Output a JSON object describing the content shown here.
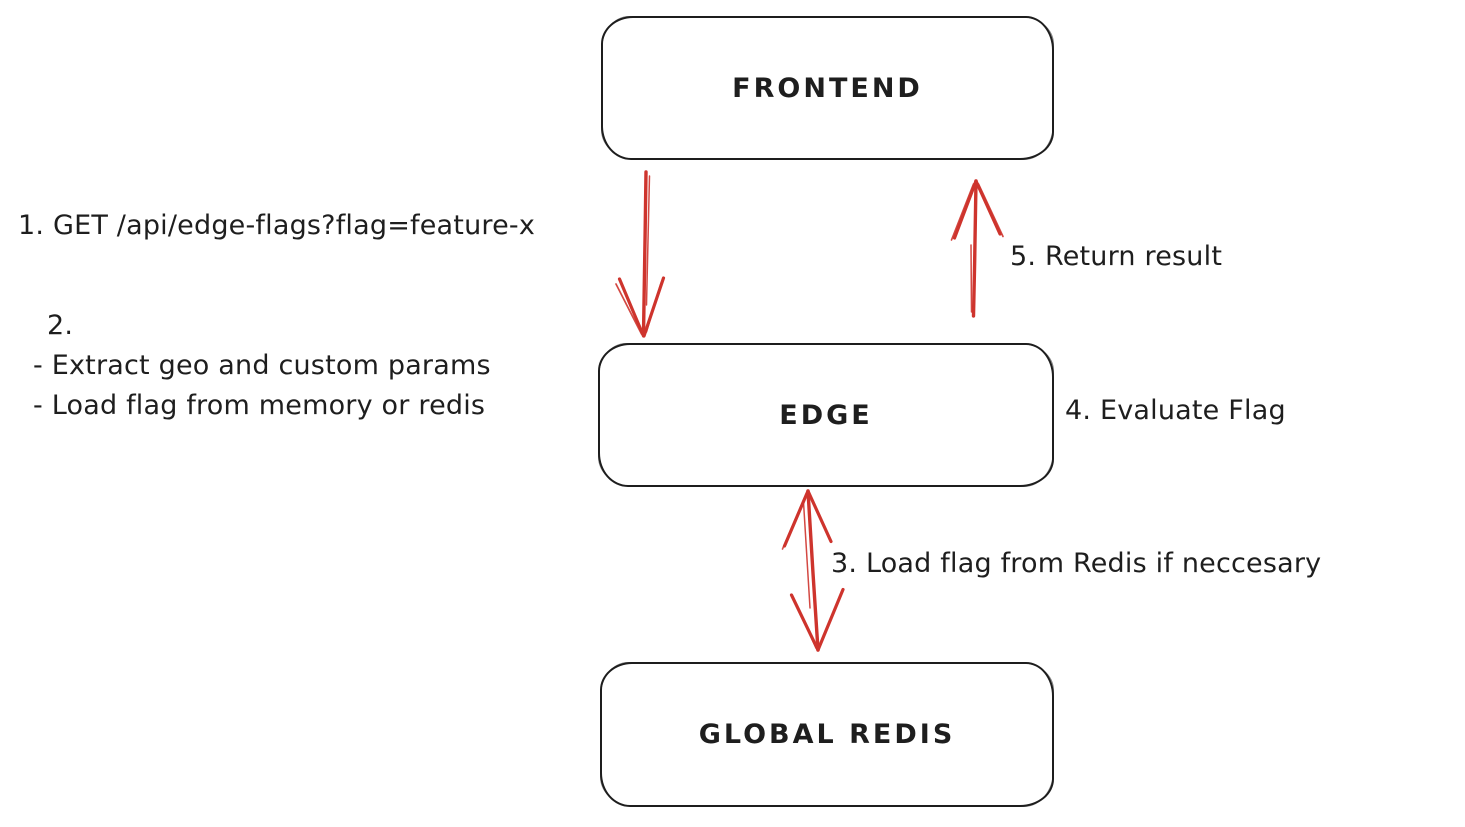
{
  "canvas": {
    "background": "#ffffff",
    "stroke_color": "#1e1e1e",
    "arrow_color": "#ce342d"
  },
  "nodes": {
    "frontend": {
      "label": "FRONTEND"
    },
    "edge": {
      "label": "EDGE"
    },
    "global_redis": {
      "label": "GLOBAL REDIS"
    }
  },
  "annotations": {
    "step1": {
      "text": "1. GET /api/edge-flags?flag=feature-x"
    },
    "step2": {
      "number": "2.",
      "items": [
        "- Extract geo and custom params",
        "- Load flag from memory or redis"
      ]
    },
    "step3": {
      "text": "3. Load flag from Redis if neccesary"
    },
    "step4": {
      "text": "4. Evaluate Flag"
    },
    "step5": {
      "text": "5. Return result"
    }
  },
  "arrows": [
    {
      "name": "frontend-to-edge",
      "from": "FRONTEND",
      "to": "EDGE",
      "direction": "down"
    },
    {
      "name": "edge-to-frontend",
      "from": "EDGE",
      "to": "FRONTEND",
      "direction": "up"
    },
    {
      "name": "edge-to-global-redis",
      "from": "EDGE",
      "to": "GLOBAL REDIS",
      "direction": "both"
    }
  ]
}
